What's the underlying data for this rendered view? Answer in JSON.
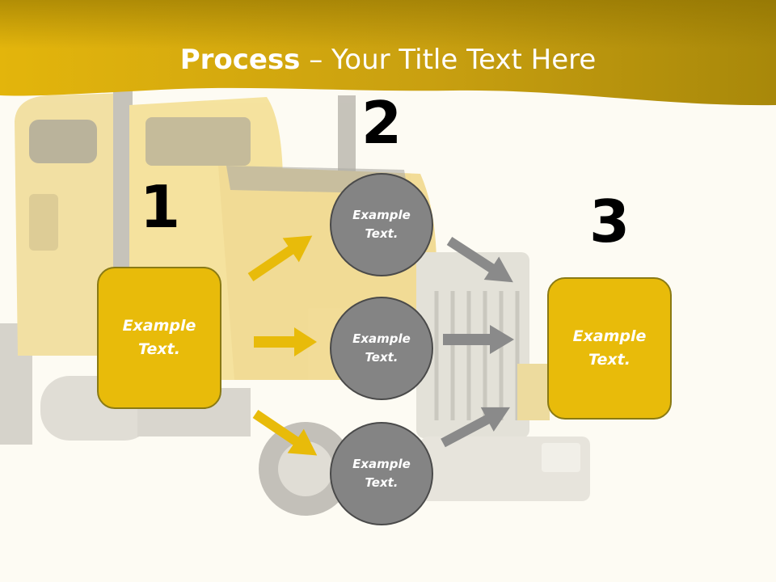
{
  "slide": {
    "title_bold": "Process",
    "title_rest": " – Your Title Text Here"
  },
  "steps": {
    "s1": {
      "number": "1",
      "text": "Example Text."
    },
    "s2": {
      "number": "2",
      "text": "Example Text."
    },
    "s3": {
      "number": "3",
      "text": "Example Text."
    }
  },
  "circles": {
    "c1": "Example Text.",
    "c2": "Example Text.",
    "c3": "Example Text."
  },
  "colors": {
    "gold": "#e8bb0a",
    "gold_dark": "#b8920a",
    "gray": "#848484",
    "arrow_gray": "#8a8a8a"
  }
}
